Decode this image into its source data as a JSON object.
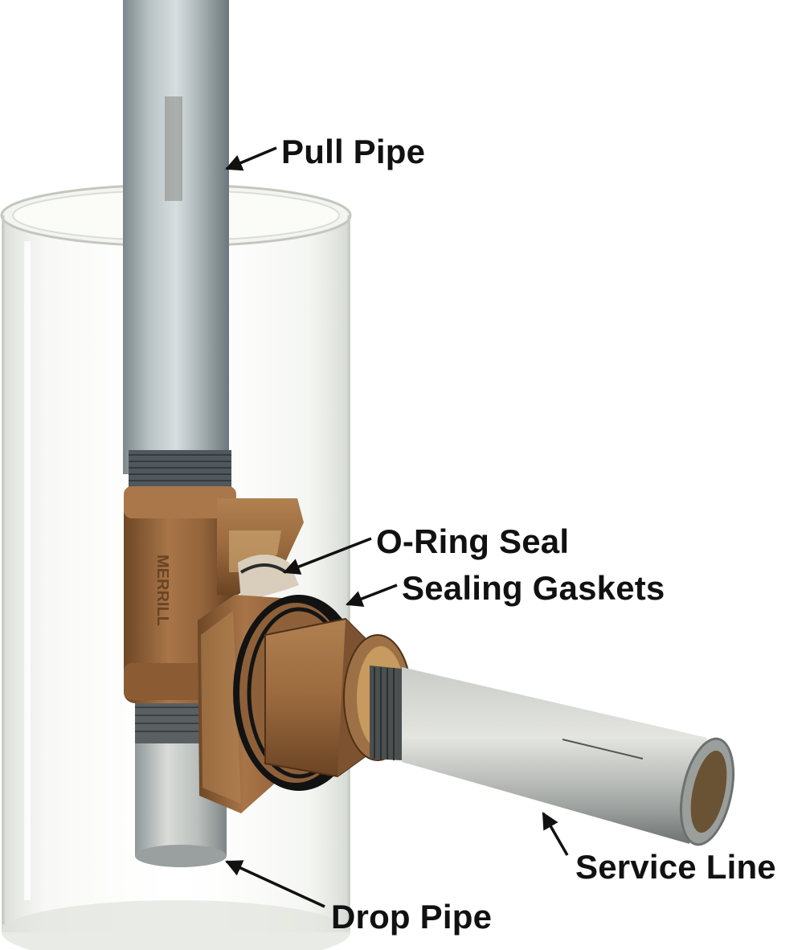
{
  "image": {
    "subject": "pitless adapter assembly",
    "background_color": "#ffffff"
  },
  "labels": {
    "pull_pipe": "Pull Pipe",
    "o_ring_seal": "O-Ring Seal",
    "sealing_gaskets": "Sealing Gaskets",
    "service_line": "Service Line",
    "drop_pipe": "Drop Pipe"
  },
  "markings": {
    "casting_text": "MERRILL"
  },
  "colors": {
    "label_text": "#111111",
    "galvanized_pipe": "#a9b3b6",
    "bronze": "#9a6a3e",
    "casing": "#e8ebe6"
  }
}
